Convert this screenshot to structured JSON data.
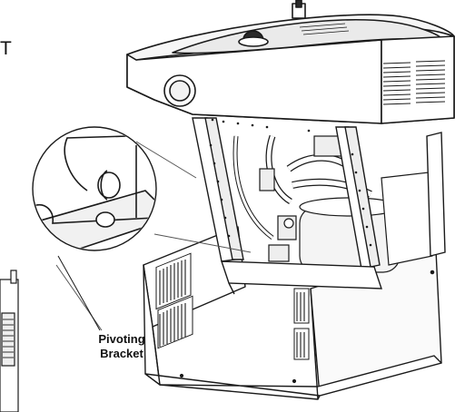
{
  "fragment_letter": "T",
  "callout": {
    "line1": "Pivoting",
    "line2": "Bracket"
  },
  "colors": {
    "stroke": "#1a1a1a",
    "fill": "#ffffff",
    "shade": "#e6e6e6",
    "dark": "#2a2a2a"
  }
}
